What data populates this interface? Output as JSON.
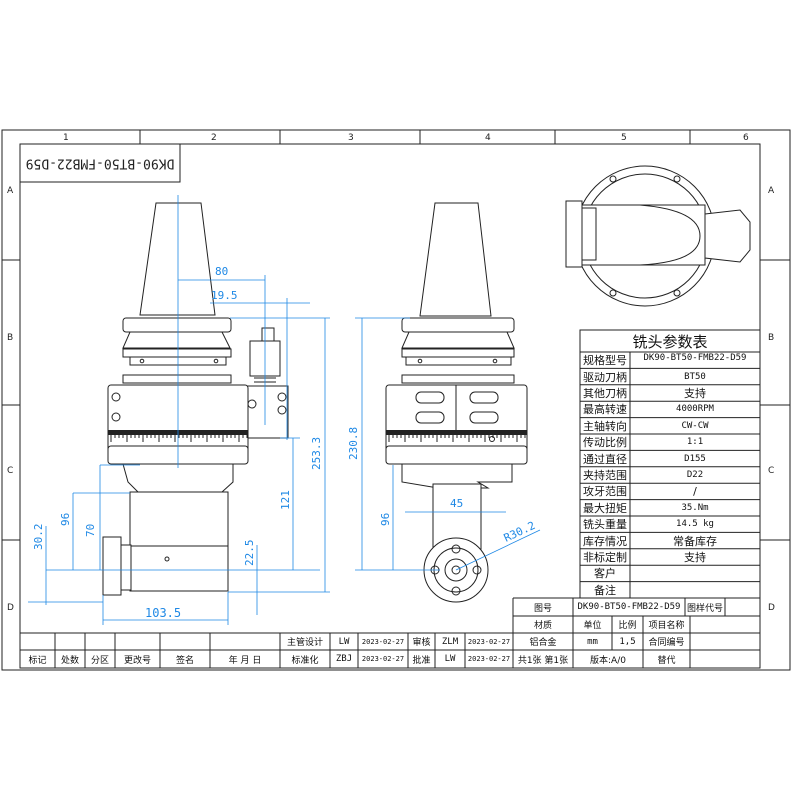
{
  "drawing_title": "DK90-BT50-FMB22-D59",
  "grid": {
    "columns": [
      "1",
      "2",
      "3",
      "4",
      "5",
      "6"
    ],
    "rows": [
      "A",
      "B",
      "C",
      "D"
    ]
  },
  "dimensions": {
    "d80": "80",
    "d19_5": "19.5",
    "d253_3": "253.3",
    "d121": "121",
    "d96_left": "96",
    "d70": "70",
    "d30_2": "30.2",
    "d22_5": "22.5",
    "d103_5": "103.5",
    "d230_8": "230.8",
    "d96_right": "96",
    "d45": "45",
    "r30_2": "R30.2"
  },
  "param_table": {
    "title": "铣头参数表",
    "rows": [
      {
        "label": "规格型号",
        "value": "DK90-BT50-FMB22-D59"
      },
      {
        "label": "驱动刀柄",
        "value": "BT50"
      },
      {
        "label": "其他刀柄",
        "value": "支持"
      },
      {
        "label": "最高转速",
        "value": "4000RPM"
      },
      {
        "label": "主轴转向",
        "value": "CW-CW"
      },
      {
        "label": "传动比例",
        "value": "1:1"
      },
      {
        "label": "通过直径",
        "value": "D155"
      },
      {
        "label": "夹持范围",
        "value": "D22"
      },
      {
        "label": "攻牙范围",
        "value": "/"
      },
      {
        "label": "最大扭矩",
        "value": "35.Nm"
      },
      {
        "label": "铣头重量",
        "value": "14.5      kg"
      },
      {
        "label": "库存情况",
        "value": "常备库存"
      },
      {
        "label": "非标定制",
        "value": "支持"
      },
      {
        "label": "客户",
        "value": ""
      },
      {
        "label": "备注",
        "value": ""
      }
    ]
  },
  "title_block": {
    "drawing_no_label": "图号",
    "drawing_no": "DK90-BT50-FMB22-D59",
    "drawing_code_label": "图样代号",
    "material_label": "材质",
    "unit_label": "单位",
    "scale_label": "比例",
    "project_label": "项目名称",
    "material": "铝合金",
    "unit": "mm",
    "scale": "1,5",
    "contract_label": "合同编号",
    "designer_label": "主管设计",
    "designer": "LW",
    "designer_date": "2023-02-27",
    "checker_label": "审核",
    "checker": "ZLM",
    "checker_date": "2023-02-27",
    "standard_label": "标准化",
    "standard": "ZBJ",
    "standard_date": "2023-02-27",
    "approve_label": "批准",
    "approver": "LW",
    "approve_date": "2023-02-27",
    "sheets": "共1张 第1张",
    "version": "版本:A/0",
    "replace_label": "替代",
    "rev_headers": [
      "标记",
      "处数",
      "分区",
      "更改号",
      "签名",
      "年 月 日"
    ]
  }
}
